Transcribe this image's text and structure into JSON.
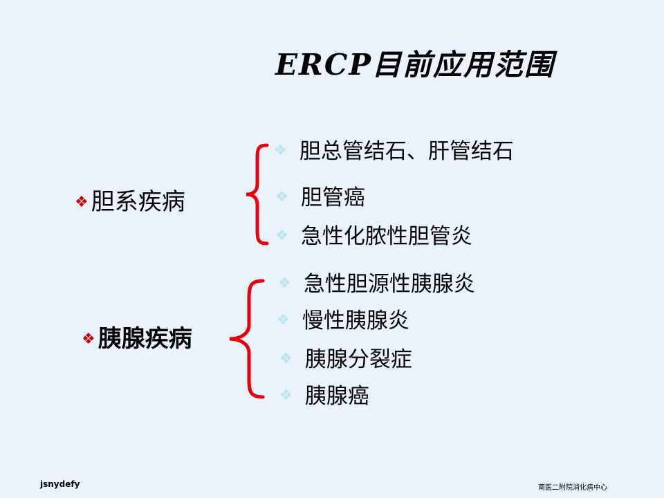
{
  "slide": {
    "title": "ERCP目前应用范围",
    "groups": [
      {
        "label": "胆系疾病",
        "items": [
          "胆总管结石、肝管结石",
          "胆管癌",
          "急性化脓性胆管炎"
        ]
      },
      {
        "label": "胰腺疾病",
        "items": [
          "急性胆源性胰腺炎",
          "慢性胰腺炎",
          "胰腺分裂症",
          "胰腺癌"
        ]
      }
    ],
    "bullet_glyph": "❖",
    "footer_left": "jsnydefy",
    "footer_right": "南医二附院消化病中心"
  },
  "colors": {
    "background": "#eaf3fb",
    "brace": "#e8000b",
    "category_bullet": "#cc0000",
    "item_bullet": "#b9e3f2"
  }
}
